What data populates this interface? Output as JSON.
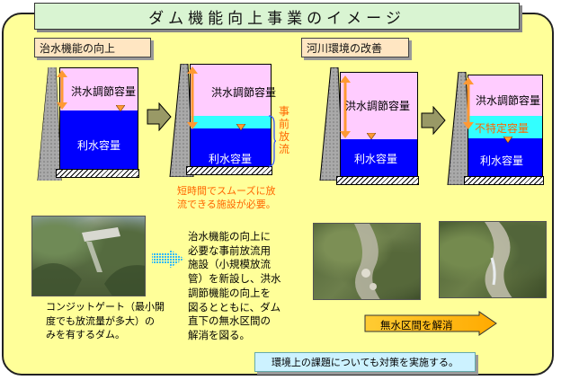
{
  "title": "ダム機能向上事業のイメージ",
  "sections": {
    "flood": "治水機能の向上",
    "river": "河川環境の改善"
  },
  "labels": {
    "flood_capacity": "洪水調節容量",
    "water_use_capacity": "利水容量",
    "unspecified_capacity": "不特定容量",
    "advance_release_vertical": "事前放流"
  },
  "texts": {
    "quick_release": [
      "短時間でスムーズに放",
      "流できる施設が必要。"
    ],
    "improvement": [
      "治水機能の向上に",
      "必要な事前放流用",
      "施設（小規模放流",
      "管）を新設し、洪水",
      "調節機能の向上を",
      "図るとともに、ダム",
      "直下の無水区間の",
      "解消を図る。"
    ],
    "conduit_dam": [
      "コンジットゲート（最小開",
      "度でも放流量が多大）の",
      "みを有するダム。"
    ]
  },
  "arrow_text": "無水区間を解消",
  "bottom_note": "環境上の課題についても対策を実施する。",
  "colors": {
    "frame_bg": "#ffff99",
    "title_bg": "#d9f4d2",
    "flood_capacity": "#ffccff",
    "water_use": "#0000ff",
    "unspecified": "#33ffff",
    "arrow_orange": "#ff9933",
    "note_bg": "#ccf2ff"
  },
  "icons": [
    "dam-wall-icon",
    "water-level-marker-icon",
    "capacity-arrow-icon",
    "transition-arrow-icon"
  ]
}
